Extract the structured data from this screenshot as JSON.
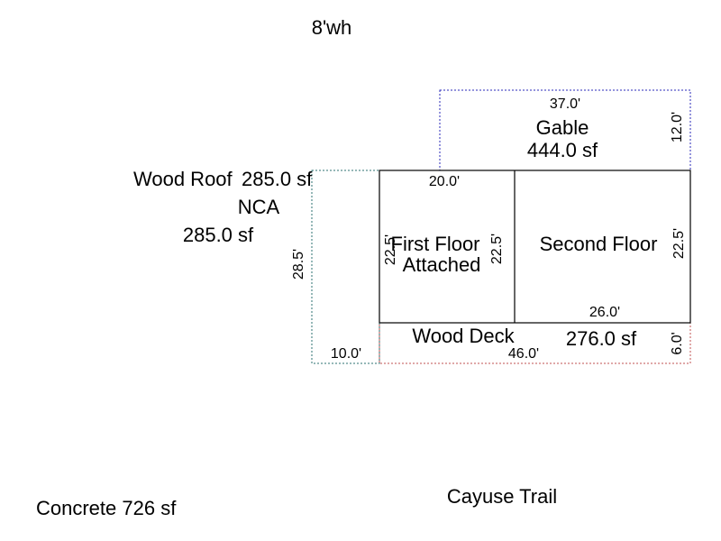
{
  "colors": {
    "background": "#ffffff",
    "wall_line": "#000000",
    "garage_line": "#1a1aa0",
    "gable_line": "#2a2ab8",
    "wood_roof_line": "#2e7070",
    "deck_line": "#c05050",
    "text": "#000000"
  },
  "sketch": {
    "header_note": "8'wh",
    "street_label": "Cayuse Trail",
    "concrete_label": "Concrete 726 sf",
    "areas": {
      "gable": {
        "name": "Gable",
        "area": "444.0 sf",
        "dim_width": "37.0'",
        "dim_height": "12.0'"
      },
      "wood_roof": {
        "name": "Wood Roof",
        "name_area": "285.0 sf",
        "sub_label": "NCA",
        "area": "285.0 sf",
        "dim_height": "28.5'",
        "dim_width": "10.0'"
      },
      "first_floor": {
        "name_line1": "First Floor",
        "name_line2": "Attached",
        "dim_width": "20.0'",
        "dim_left": "22.5'",
        "dim_right": "22.5'"
      },
      "second_floor": {
        "name": "Second Floor",
        "dim_right": "22.5'",
        "dim_bottom": "26.0'"
      },
      "wood_deck": {
        "name": "Wood Deck",
        "area": "276.0 sf",
        "dim_width": "46.0'",
        "dim_height": "6.0'"
      }
    }
  }
}
